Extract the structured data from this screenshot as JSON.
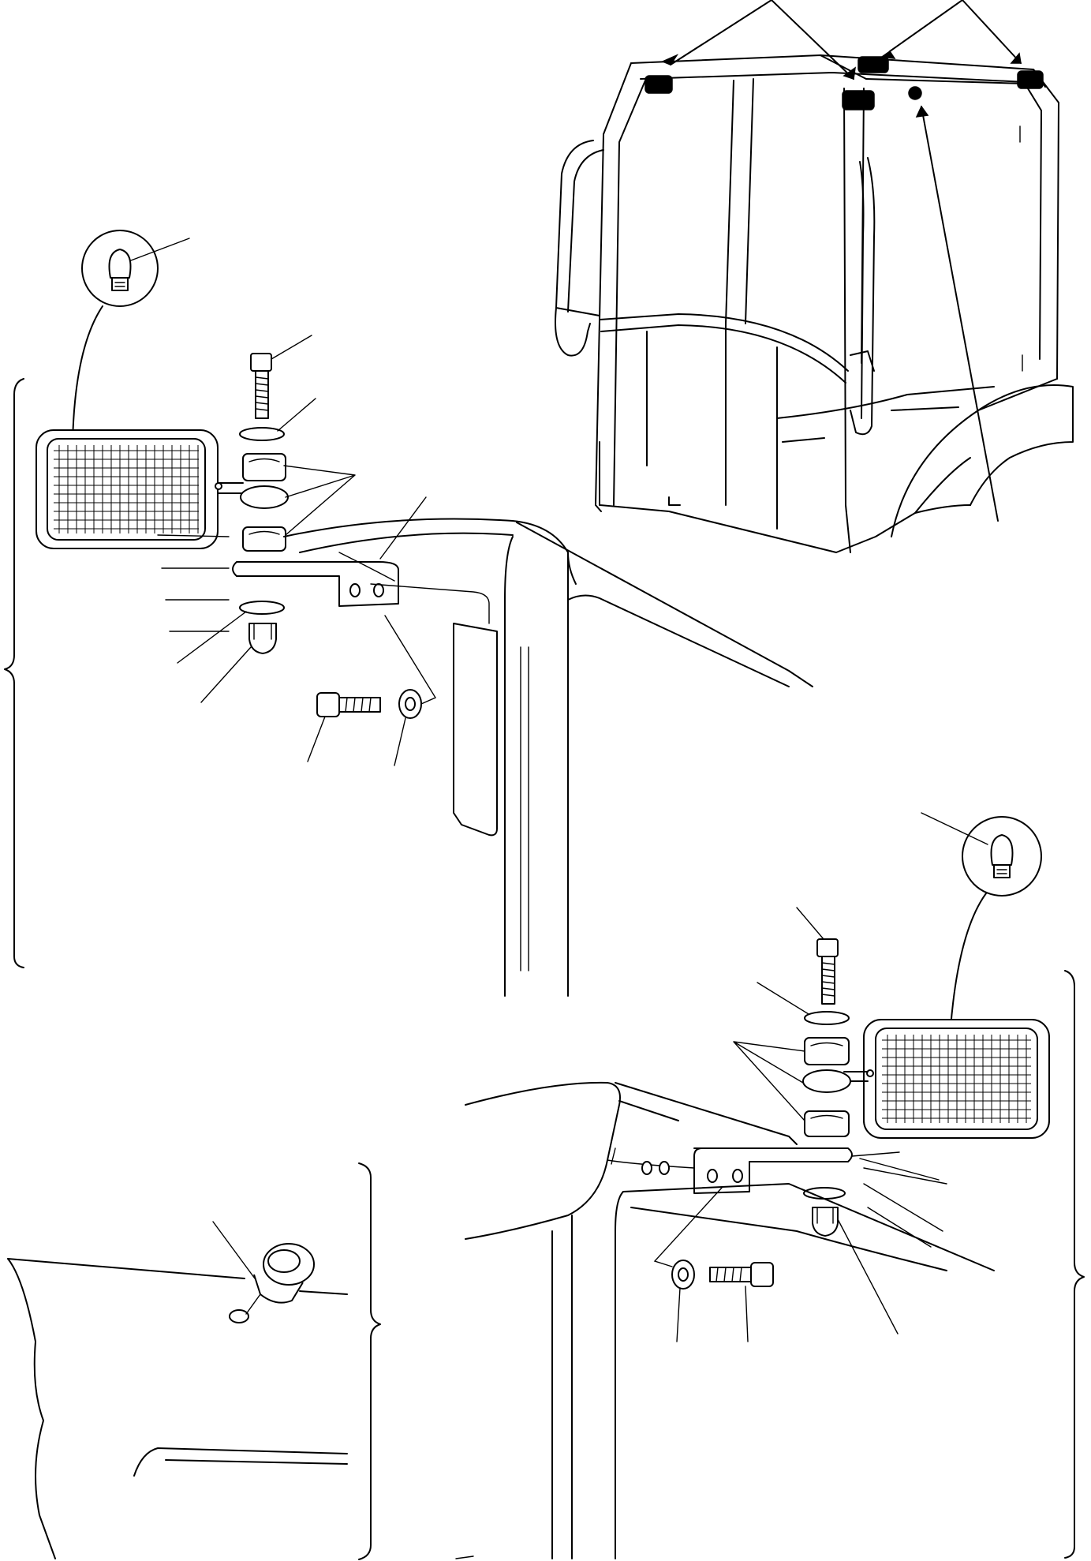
{
  "diagram": {
    "kind": "exploded-parts-illustration",
    "text_labels": []
  },
  "views": [
    {
      "name": "cab-overview",
      "parts": [
        "roof-lamp-front-left",
        "roof-lamp-front-right",
        "roof-lamp-center",
        "roof-lamp-rear-right",
        "roof-beacon-socket"
      ]
    },
    {
      "name": "left-work-lamp-assembly",
      "parts": [
        "bulb",
        "work-lamp",
        "bolt",
        "washer",
        "rubber-bushing",
        "mount-eye",
        "rubber-bushing",
        "bracket",
        "washer",
        "cap-nut",
        "bracket-bolt",
        "bracket-washer"
      ]
    },
    {
      "name": "right-work-lamp-assembly",
      "parts": [
        "bulb",
        "work-lamp",
        "bolt",
        "washer",
        "rubber-bushing",
        "mount-eye",
        "rubber-bushing",
        "bracket",
        "washer",
        "cap-nut",
        "bracket-washer",
        "bracket-bolt"
      ]
    },
    {
      "name": "blanking-plug-detail",
      "parts": [
        "blanking-plug"
      ]
    }
  ],
  "colors": {
    "ink": "#000000",
    "paper": "#ffffff"
  }
}
